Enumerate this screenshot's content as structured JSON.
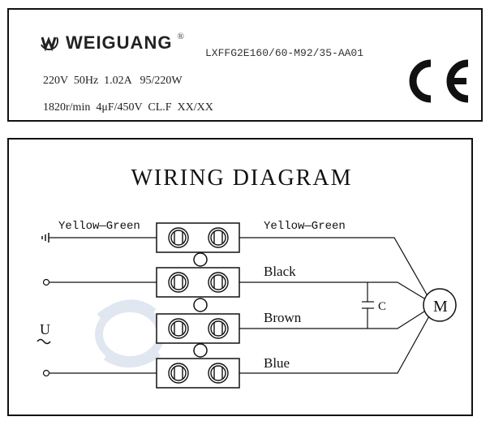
{
  "label": {
    "brand": "WEIGUANG",
    "registered": "®",
    "model": "LXFFG2E160/60-M92/35-AA01",
    "spec_line1": "220V  50Hz  1.02A   95/220W",
    "spec_line2": "1820r/min  4μF/450V  CL.F  XX/XX",
    "cert_mark": "CE"
  },
  "diagram": {
    "title": "WIRING  DIAGRAM",
    "supply_symbol": "U",
    "left_wire": "Yellow—Green",
    "right_wires": [
      "Yellow—Green",
      "Black",
      "Brown",
      "Blue"
    ],
    "capacitor": "C",
    "motor": "M"
  },
  "colors": {
    "line": "#111111",
    "watermark": "#c9d4e4"
  }
}
